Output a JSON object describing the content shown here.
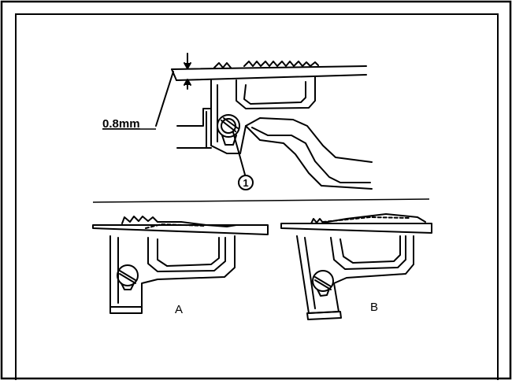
{
  "figure": {
    "dimension_label": "0.8mm",
    "callout_number": "1",
    "view_a_label": "A",
    "view_b_label": "B"
  }
}
